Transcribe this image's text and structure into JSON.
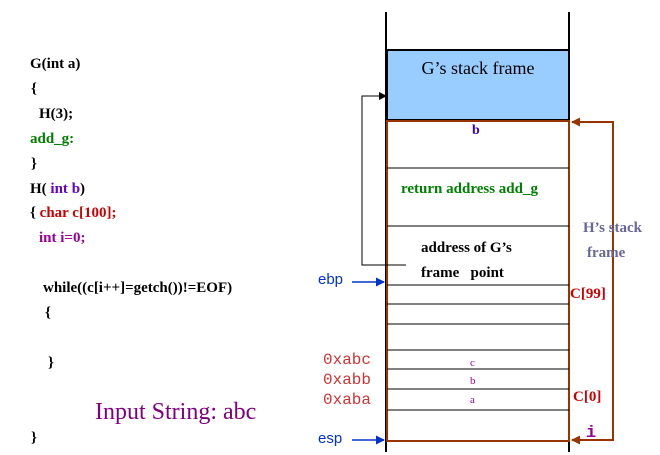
{
  "code": {
    "line1": "G(int a)",
    "line2": "{",
    "line3": "H(3);",
    "line4": "add_g:",
    "line5": "}",
    "line6_prefix": "H( ",
    "line6_int": "int",
    "line6_b": " b",
    "line6_suffix": ")",
    "line7_brace": "{ ",
    "line7_char": "char c[100];",
    "line8": "int i=0;",
    "line9": "while((c[i++]=getch())!=EOF)",
    "line10": "{",
    "line11": "}",
    "line12": "}"
  },
  "input_string": "Input String: abc",
  "stack": {
    "g_frame": "G’s stack frame",
    "b": "b",
    "return_address": "return address add_g",
    "saved_fp_line1": "address of G’s",
    "saved_fp_line2": "frame   point",
    "c99": "C[99]",
    "c0": "C[0]",
    "i": "i",
    "h_frame_line1": "H’s stack",
    "h_frame_line2": "frame",
    "ebp": "ebp",
    "esp": "esp",
    "addr_abc": "0xabc",
    "addr_abb": "0xabb",
    "addr_aba": "0xaba",
    "cell_c": "c",
    "cell_b": "b",
    "cell_a": "a"
  },
  "colors": {
    "g_frame_fill": "#99ccff",
    "arrow_brown": "#993300",
    "blue": "#0033cc",
    "ret_green": "#008000",
    "b_purple": "#3300cc",
    "red": "#cc0000",
    "h_frame_text": "#666699",
    "addr_red": "#cc3333",
    "i_magenta": "#990099"
  }
}
